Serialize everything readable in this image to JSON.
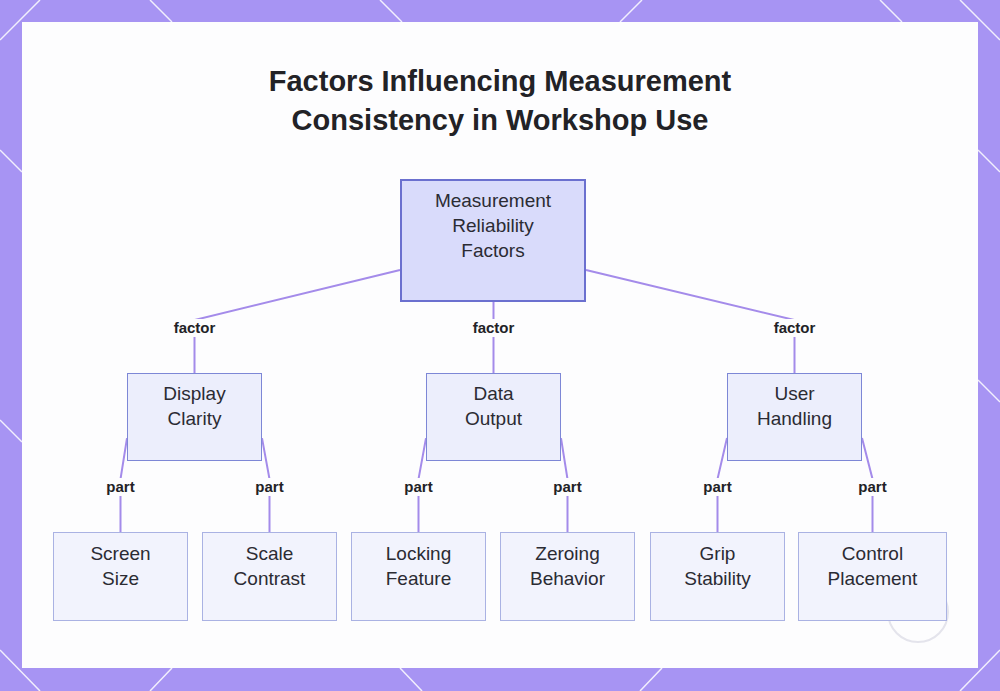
{
  "diagram": {
    "title": "Factors Influencing Measurement Consistency in Workshop Use",
    "nodes": [
      {
        "text": [
          "Measurement Reliability Factors"
        ]
      },
      {
        "text": [
          "Display Clarity"
        ]
      },
      {
        "text": [
          "Data Output"
        ]
      },
      {
        "text": [
          "User Handling"
        ]
      },
      {
        "text": [
          "Screen Size"
        ]
      },
      {
        "text": [
          "Scale Contrast"
        ]
      },
      {
        "text": [
          "Locking Feature"
        ]
      },
      {
        "text": [
          "Zeroing Behavior"
        ]
      },
      {
        "text": [
          "Grip Stability"
        ]
      },
      {
        "text": [
          "Control Placement"
        ]
      }
    ],
    "edges": [
      {
        "from": 0,
        "to": 1,
        "label": "factor",
        "arrow": "none"
      },
      {
        "from": 0,
        "to": 2,
        "label": "factor",
        "arrow": "none"
      },
      {
        "from": 0,
        "to": 3,
        "label": "factor",
        "arrow": "none"
      },
      {
        "from": 1,
        "to": 4,
        "label": "part",
        "arrow": "none"
      },
      {
        "from": 1,
        "to": 5,
        "label": "part",
        "arrow": "none"
      },
      {
        "from": 2,
        "to": 6,
        "label": "part",
        "arrow": "none"
      },
      {
        "from": 2,
        "to": 7,
        "label": "part",
        "arrow": "none"
      },
      {
        "from": 3,
        "to": 8,
        "label": "part",
        "arrow": "none"
      },
      {
        "from": 3,
        "to": 9,
        "label": "part",
        "arrow": "none"
      }
    ]
  }
}
